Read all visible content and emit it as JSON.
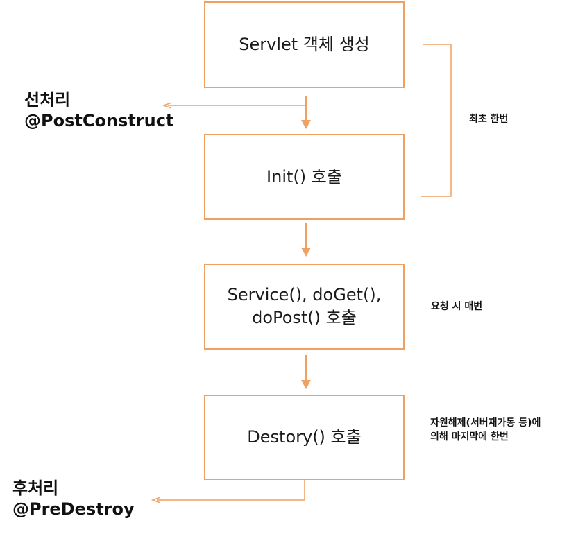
{
  "colors": {
    "accent": "#f0a060",
    "text": "#1a1a1a"
  },
  "boxes": [
    {
      "label": "Servlet 객체 생성"
    },
    {
      "label": "Init() 호출"
    },
    {
      "label": "Service(), doGet(),\ndoPost() 호출"
    },
    {
      "label": "Destory() 호출"
    }
  ],
  "pre_processing": {
    "title": "선처리",
    "annotation": "@PostConstruct"
  },
  "post_processing": {
    "title": "후처리",
    "annotation": "@PreDestroy"
  },
  "notes": {
    "first_once": "최초 한번",
    "per_request": "요청 시 매번",
    "last_once": "자원해제(서버재가동 등)에 의해 마지막에 한번"
  }
}
